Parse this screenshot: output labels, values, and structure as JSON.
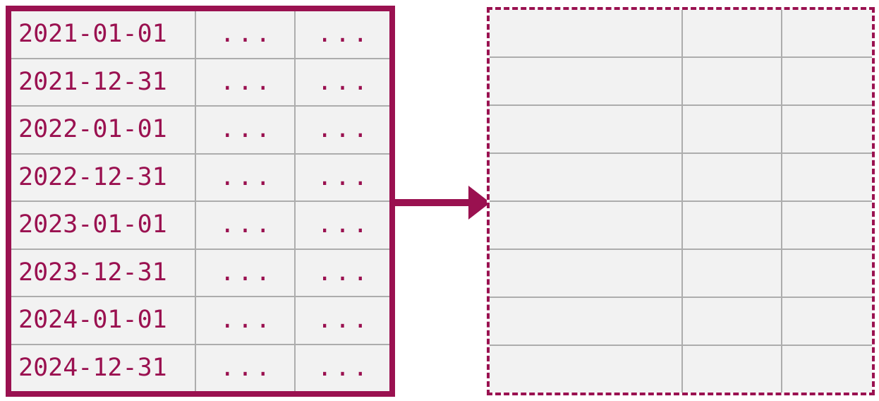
{
  "colors": {
    "accent": "#9a1150",
    "grid": "#adadad",
    "cell_bg": "#f2f2f2",
    "page_bg": "#ffffff"
  },
  "left_table": {
    "rows": [
      {
        "date": "2021-01-01",
        "col2": "...",
        "col3": "..."
      },
      {
        "date": "2021-12-31",
        "col2": "...",
        "col3": "..."
      },
      {
        "date": "2022-01-01",
        "col2": "...",
        "col3": "..."
      },
      {
        "date": "2022-12-31",
        "col2": "...",
        "col3": "..."
      },
      {
        "date": "2023-01-01",
        "col2": "...",
        "col3": "..."
      },
      {
        "date": "2023-12-31",
        "col2": "...",
        "col3": "..."
      },
      {
        "date": "2024-01-01",
        "col2": "...",
        "col3": "..."
      },
      {
        "date": "2024-12-31",
        "col2": "...",
        "col3": "..."
      }
    ]
  },
  "right_table": {
    "row_count": 8,
    "column_count": 3,
    "cells_empty": true
  },
  "arrow": {
    "direction": "right"
  }
}
